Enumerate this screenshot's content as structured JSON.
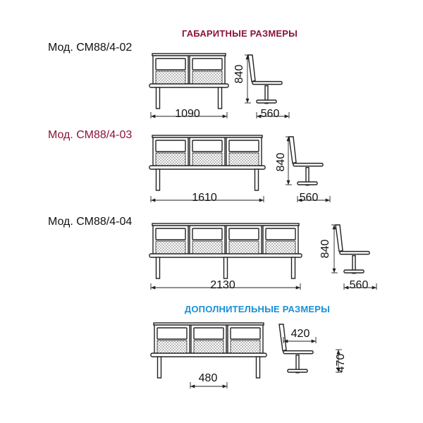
{
  "headers": {
    "main": "ГАБАРИТНЫЕ РАЗМЕРЫ",
    "additional": "ДОПОЛНИТЕЛЬНЫЕ РАЗМЕРЫ"
  },
  "models": [
    {
      "label": "Мод. СМ88/4-02",
      "width": "1090",
      "height": "840",
      "depth": "560",
      "seats": 2,
      "color": "#111111"
    },
    {
      "label": "Мод. СМ88/4-03",
      "width": "1610",
      "height": "840",
      "depth": "560",
      "seats": 3,
      "color": "#8b1538"
    },
    {
      "label": "Мод. СМ88/4-04",
      "width": "2130",
      "height": "840",
      "depth": "560",
      "seats": 4,
      "color": "#111111"
    }
  ],
  "additional": {
    "seats": 3,
    "seat_width": "480",
    "seat_depth": "420",
    "seat_height": "470"
  },
  "colors": {
    "main_header": "#8b1538",
    "additional_header": "#1a8fd6",
    "line": "#222222"
  }
}
